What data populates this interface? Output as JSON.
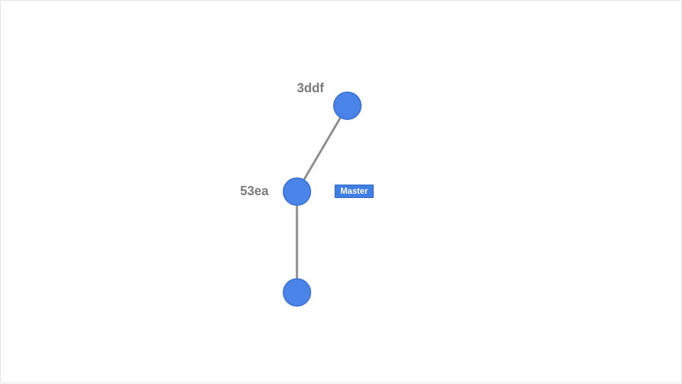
{
  "commits": [
    {
      "id": "3ddf",
      "label": "3ddf"
    },
    {
      "id": "53ea",
      "label": "53ea"
    },
    {
      "id": "root",
      "label": ""
    }
  ],
  "branch": {
    "name": "Master",
    "color": "#3f7fe4"
  },
  "colors": {
    "node": "#4a84e8",
    "edge": "#8a8a8a",
    "label": "#7b7b7b"
  }
}
